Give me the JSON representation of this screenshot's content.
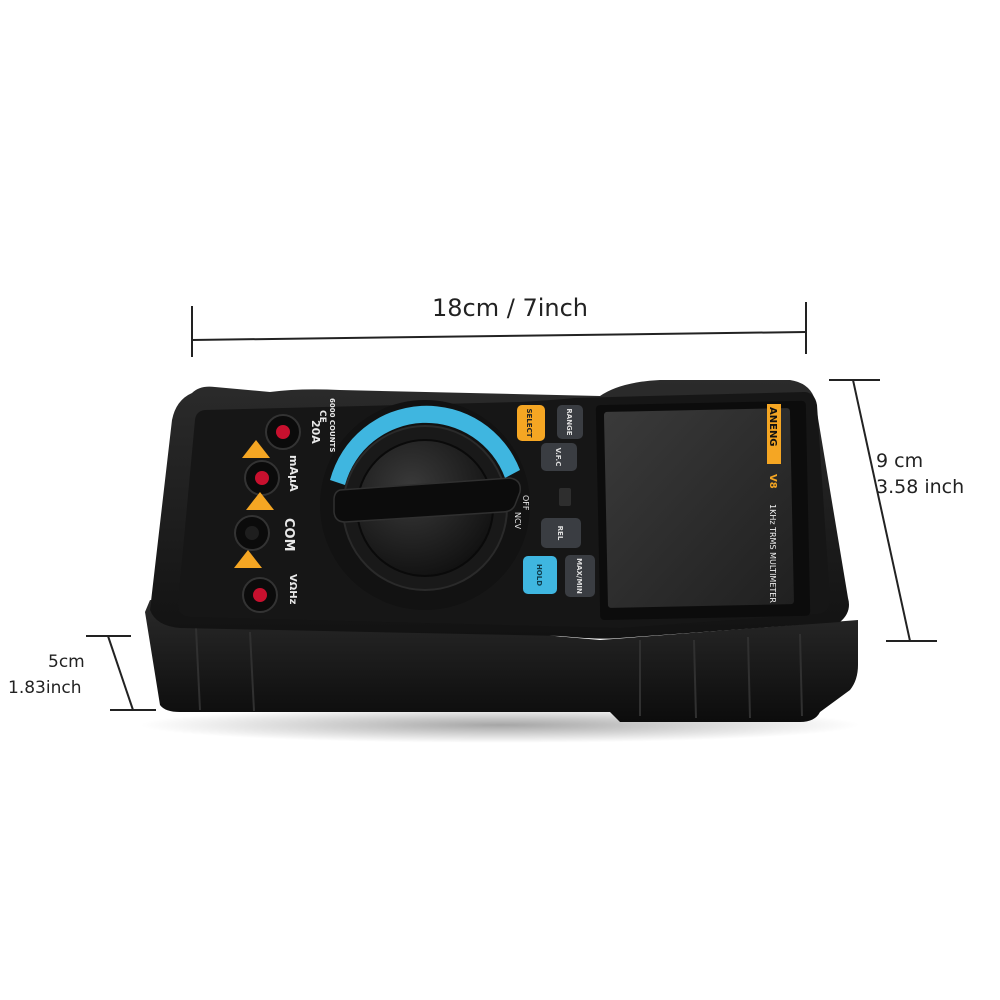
{
  "dimensions": {
    "width": "18cm / 7inch",
    "height_cm": "9 cm",
    "height_in": "3.58 inch",
    "depth_cm": "5cm",
    "depth_in": "1.83inch"
  },
  "device": {
    "brand": "ANENG",
    "model": "V8",
    "subtitle": "1KHz TRMS MULTIMETER",
    "counts": "6000 COUNTS",
    "ce": "CE"
  },
  "terminals": {
    "t20a": "20A",
    "tmaua": "mAμA",
    "tcom": "COM",
    "tvohm": "VΩHz"
  },
  "buttons": {
    "select": "SELECT",
    "range": "RANGE",
    "vfc": "V.F.C",
    "rel": "REL",
    "hold": "HOLD",
    "maxmin": "MAX/MIN"
  },
  "dial": {
    "off": "OFF",
    "ncv": "NCV"
  },
  "colors": {
    "body": "#1a1a1a",
    "accent_orange": "#f5a623",
    "accent_cyan": "#3fb6e0",
    "terminal_red": "#c8102e"
  }
}
